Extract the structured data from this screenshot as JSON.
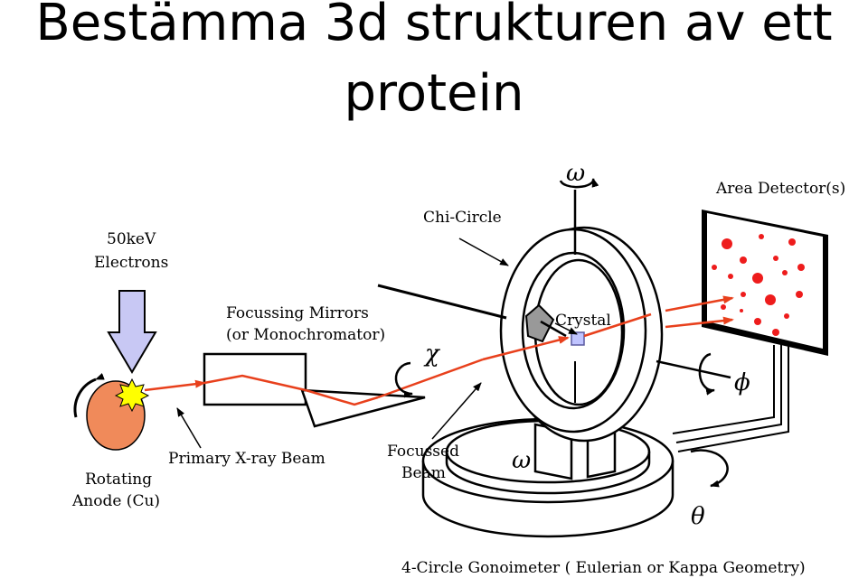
{
  "title": {
    "line1": "Bestämma 3d strukturen av ett",
    "line2": "protein"
  },
  "labels": {
    "electrons_line1": "50keV",
    "electrons_line2": "Electrons",
    "anode_line1": "Rotating",
    "anode_line2": "Anode (Cu)",
    "mirrors_line1": "Focussing Mirrors",
    "mirrors_line2": "(or Monochromator)",
    "primary_beam": "Primary X-ray Beam",
    "focussed_line1": "Focussed",
    "focussed_line2": "Beam",
    "chi_circle": "Chi-Circle",
    "crystal": "Crystal",
    "area_detector": "Area Detector(s)",
    "goniometer": "4-Circle Gonoimeter ( Eulerian or Kappa Geometry)"
  },
  "symbols": {
    "omega_top": "ω",
    "omega_base": "ω",
    "chi": "χ",
    "phi": "ϕ",
    "theta": "θ"
  },
  "colors": {
    "beam": "#e8401c",
    "anode": "#f08a5a",
    "electron_arrow": "#c8c8f4",
    "spark": "#ffff00",
    "spots": "#ee1c1c"
  }
}
